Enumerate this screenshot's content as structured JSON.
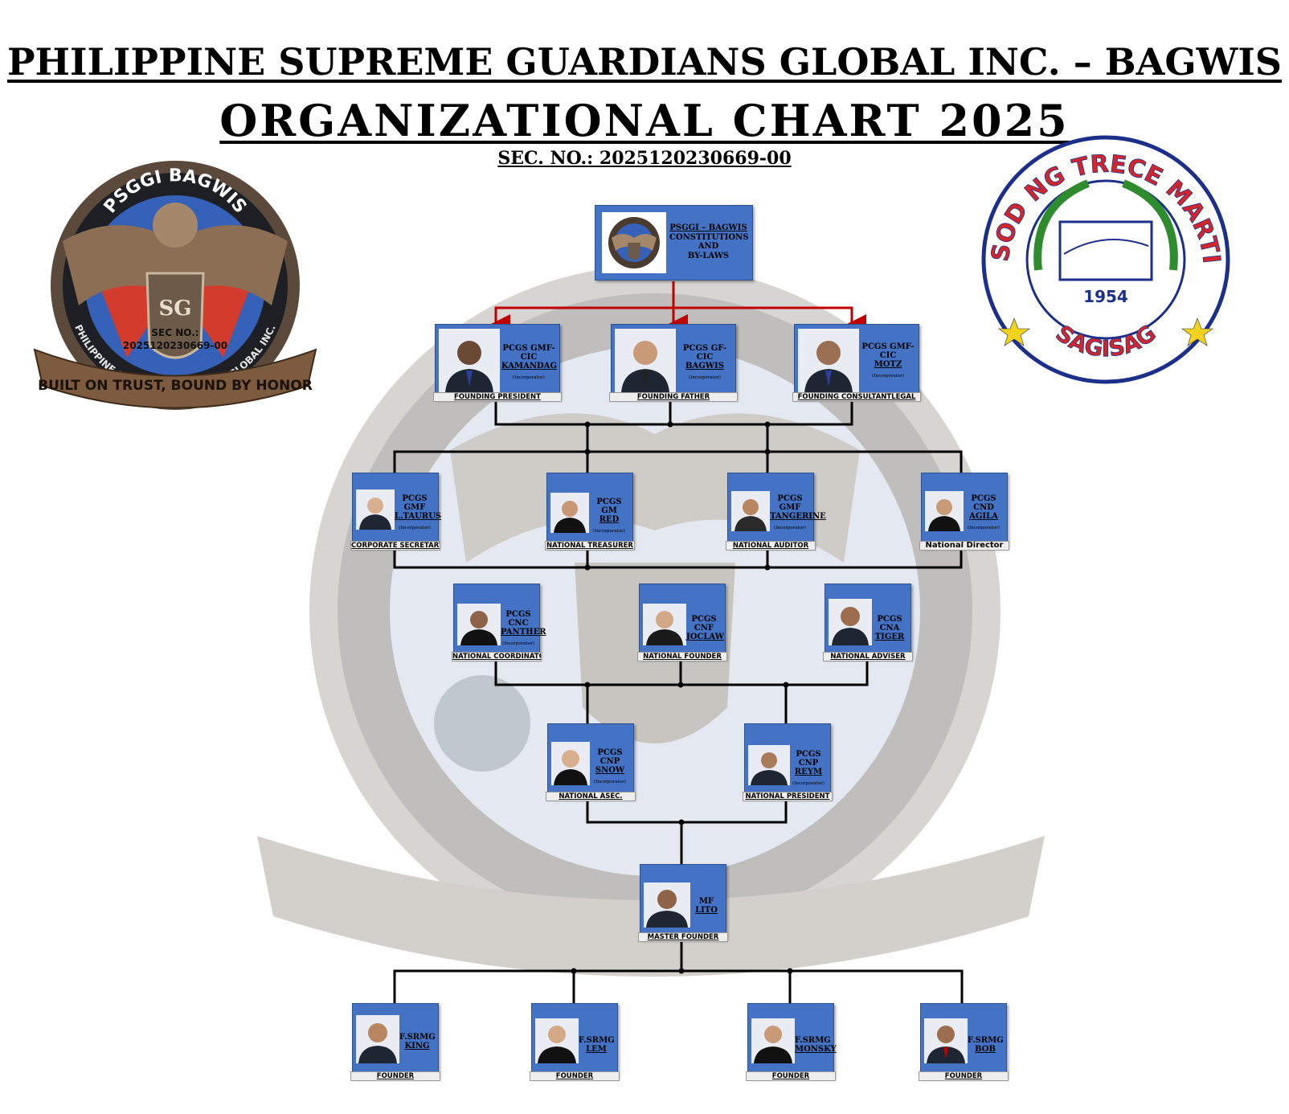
{
  "header": {
    "title": "PHILIPPINE SUPREME GUARDIANS GLOBAL INC. – BAGWIS",
    "subtitle": "ORGANIZATIONAL CHART 2025",
    "sec_no": "SEC. NO.: 2025120230669-00"
  },
  "logos": {
    "left": {
      "top_text": "PSGGI BAGWIS",
      "ring_text": "PHILIPPINE SUPREME GUARDIANS GLOBAL INC.",
      "sec_label": "SEC NO.:",
      "sec_value": "2025120230669-00",
      "ribbon_text": "BUILT ON TRUST, BOUND BY HONOR",
      "shield_mark": "SG"
    },
    "right": {
      "ring_text": "LUNSOD NG TRECE MARTIRES",
      "year": "1954",
      "bottom_text": "SAGISAG"
    }
  },
  "constitution_box": {
    "line1": "PSGGI – BAGWIS",
    "line2": "CONSTITUTIONS",
    "line3": "AND",
    "line4": "BY-LAWS"
  },
  "incorporator_label": "(Incorporator)",
  "tier1": [
    {
      "rank": "PCGS GMF-CIC",
      "alias": "KAMANDAG",
      "role": "FOUNDING PRESIDENT"
    },
    {
      "rank": "PCGS GF-CIC",
      "alias": "BAGWIS",
      "role": "FOUNDING FATHER"
    },
    {
      "rank": "PCGS GMF-CIC",
      "alias": "MOTZ",
      "role": "FOUNDING CONSULTANTLEGAL"
    }
  ],
  "tier2": [
    {
      "rank": "PCGS GMF",
      "alias": "L.TAURUS",
      "role": "CORPORATE SECRETARY"
    },
    {
      "rank": "PCGS GM",
      "alias": "RED",
      "role": "NATIONAL TREASURER"
    },
    {
      "rank": "PCGS GMF",
      "alias": "TANGERINE",
      "role": "NATIONAL AUDITOR"
    },
    {
      "rank": "PCGS CND",
      "alias": "AGILA",
      "role": "National Director"
    }
  ],
  "tier3": [
    {
      "rank": "PCGS CNC",
      "alias": "PANTHER",
      "role": "NATIONAL COORDINATOR"
    },
    {
      "rank": "PCGS CNF",
      "alias": "JOCLAW",
      "role": "NATIONAL FOUNDER"
    },
    {
      "rank": "PCGS CNA",
      "alias": "TIGER",
      "role": "NATIONAL ADVISER"
    }
  ],
  "tier4": [
    {
      "rank": "PCGS CNP",
      "alias": "SNOW",
      "role": "NATIONAL ASEC."
    },
    {
      "rank": "PCGS CNP",
      "alias": "REYM",
      "role": "NATIONAL PRESIDENT"
    }
  ],
  "master": {
    "rank": "MF",
    "alias": "LITO",
    "role": "MASTER FOUNDER"
  },
  "founders": [
    {
      "rank": "F.SRMG",
      "alias": "KING",
      "role": "FOUNDER"
    },
    {
      "rank": "F.SRMG",
      "alias": "LEM",
      "role": "FOUNDER"
    },
    {
      "rank": "F.SRMG",
      "alias": "MONSKY",
      "role": "FOUNDER"
    },
    {
      "rank": "F.SRMG",
      "alias": "BOB",
      "role": "FOUNDER"
    }
  ],
  "colors": {
    "card": "#4472c4",
    "red_arrow": "#c00000",
    "connector": "#000000"
  },
  "icons": [
    "eagle-emblem-icon",
    "city-seal-icon",
    "person-photo-icon"
  ]
}
